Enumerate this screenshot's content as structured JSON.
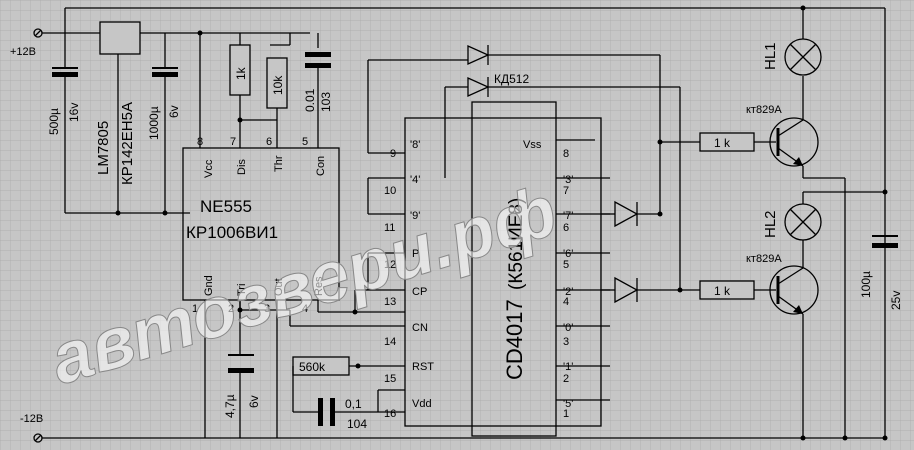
{
  "colors": {
    "background": "#c6c6c6",
    "grid": "#a9a9a9",
    "ink": "#000000",
    "watermark": "#ffffff"
  },
  "supply": {
    "plus_label": "+12В",
    "minus_label": "-12В"
  },
  "regulator": {
    "line1": "LM7805",
    "line2": "КР142ЕН5А"
  },
  "capacitors": {
    "c1_value": "500µ",
    "c1_voltage": "16v",
    "c2_value": "1000µ",
    "c2_voltage": "6v",
    "c3_value": "0.01",
    "c3_code": "103",
    "c4_value": "4,7µ",
    "c4_voltage": "6v",
    "c5_value": "0,1",
    "c5_code": "104",
    "c6_value": "100µ",
    "c6_voltage": "25v"
  },
  "resistors": {
    "r1": "1k",
    "r2": "10k",
    "r3": "560k",
    "r4": "1 k",
    "r5": "1 k"
  },
  "timer": {
    "name1": "NE555",
    "name2": "КР1006ВИ1",
    "pins": [
      {
        "num": "8",
        "label": "Vcc"
      },
      {
        "num": "7",
        "label": "Dis"
      },
      {
        "num": "6",
        "label": "Thr"
      },
      {
        "num": "5",
        "label": "Con"
      },
      {
        "num": "1",
        "label": "Gnd"
      },
      {
        "num": "2",
        "label": "Tri"
      },
      {
        "num": "3",
        "label": "Out"
      },
      {
        "num": "4",
        "label": "Res"
      }
    ]
  },
  "counter": {
    "name": "CD4017",
    "alt_name": "(К561ИЕ8)",
    "left_pins": [
      {
        "num": "9",
        "label": "'8'"
      },
      {
        "num": "10",
        "label": "'4'"
      },
      {
        "num": "11",
        "label": "'9'"
      },
      {
        "num": "12",
        "label": "P"
      },
      {
        "num": "13",
        "label": "CP"
      },
      {
        "num": "14",
        "label": "CN"
      },
      {
        "num": "15",
        "label": "RST"
      },
      {
        "num": "16",
        "label": "Vdd"
      }
    ],
    "right_pins": [
      {
        "num": "8",
        "label": "Vss"
      },
      {
        "num": "7",
        "label": "'3'"
      },
      {
        "num": "6",
        "label": "'7'"
      },
      {
        "num": "5",
        "label": "'6'"
      },
      {
        "num": "4",
        "label": "'2'"
      },
      {
        "num": "3",
        "label": "'0'"
      },
      {
        "num": "2",
        "label": "'1'"
      },
      {
        "num": "1",
        "label": "'5'"
      }
    ]
  },
  "diodes": {
    "label": "КД512"
  },
  "transistors": {
    "t1": "кт829А",
    "t2": "кт829А"
  },
  "lamps": {
    "l1": "HL1",
    "l2": "HL2"
  },
  "watermark": "автозвери.рф"
}
